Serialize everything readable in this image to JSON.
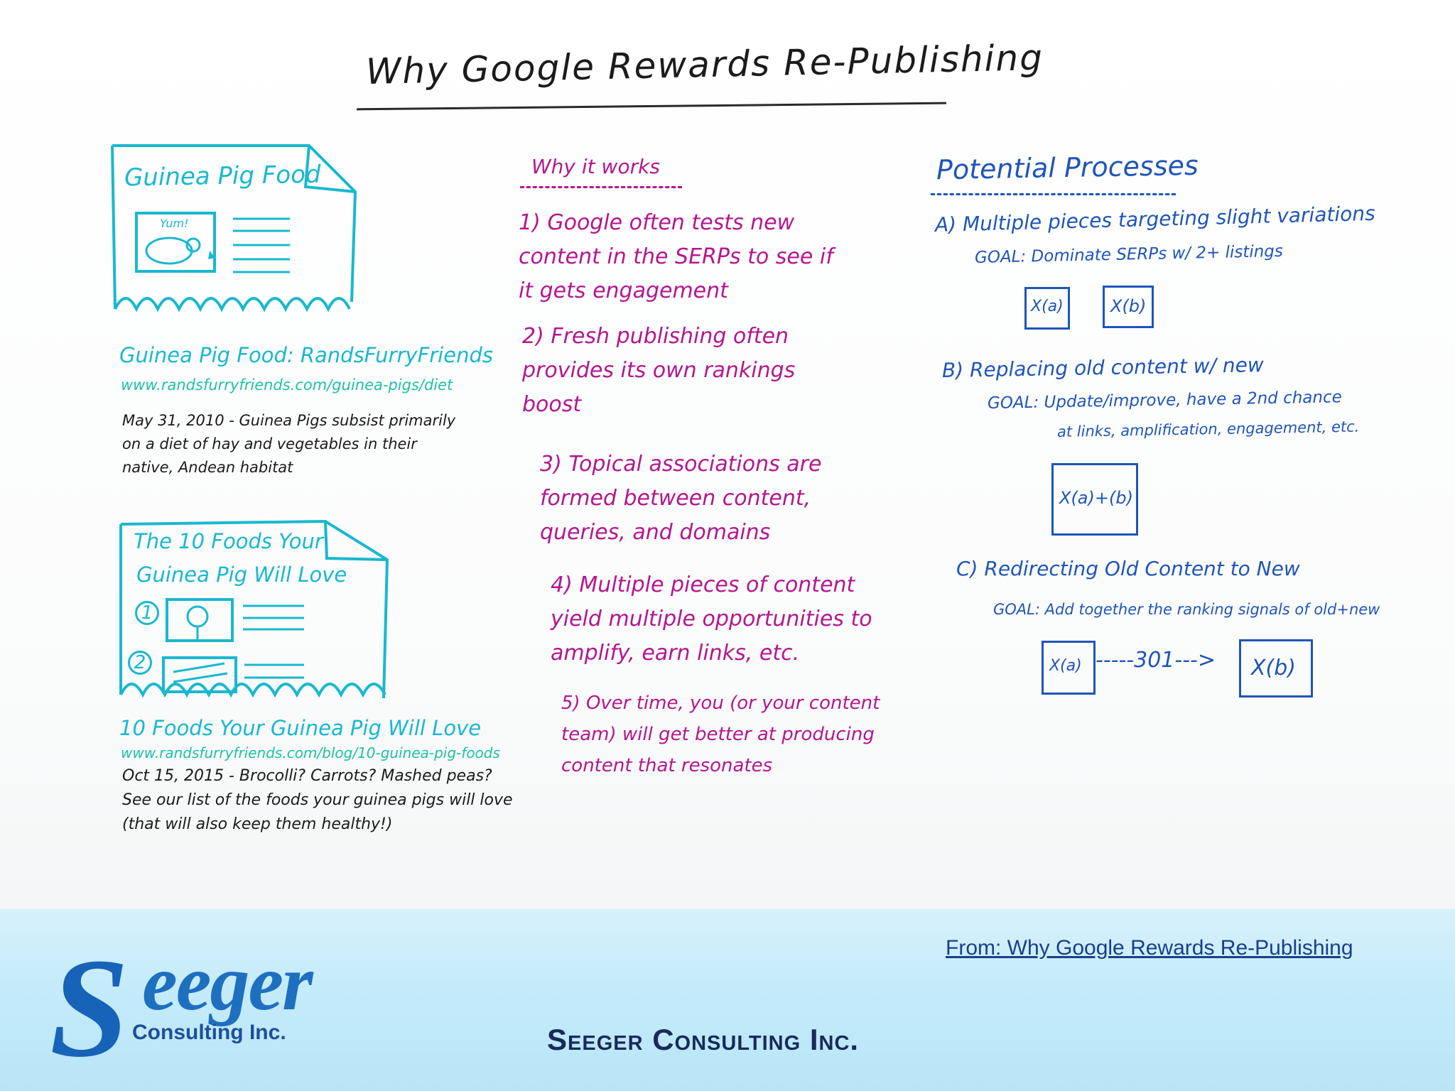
{
  "board": {
    "title": "Why Google Rewards Re-Publishing",
    "left": {
      "card1": {
        "title": "Guinea Pig Food",
        "bubble": "Yum!"
      },
      "result1": {
        "headline": "Guinea Pig Food: RandsFurryFriends",
        "url": "www.randsfurryfriends.com/guinea-pigs/diet",
        "snippet": "May 31, 2010 - Guinea Pigs subsist primarily on a diet of hay and vegetables in their native, Andean habitat"
      },
      "card2": {
        "title_line1": "The 10 Foods Your",
        "title_line2": "Guinea Pig Will Love",
        "num1": "1",
        "num2": "2"
      },
      "result2": {
        "headline": "10 Foods Your Guinea Pig Will Love",
        "url": "www.randsfurryfriends.com/blog/10-guinea-pig-foods",
        "snippet": "Oct 15, 2015 - Brocolli? Carrots? Mashed peas? See our list of the foods your guinea pigs will love (that will also keep them healthy!)"
      }
    },
    "middle": {
      "heading": "Why it works",
      "items": [
        {
          "num": "1)",
          "text": "Google often tests new content in the SERPs to see if it gets engagement"
        },
        {
          "num": "2)",
          "text": "Fresh publishing often provides its own rankings boost"
        },
        {
          "num": "3)",
          "text": "Topical associations are formed between content, queries, and domains"
        },
        {
          "num": "4)",
          "text": "Multiple pieces of content yield multiple opportunities to amplify, earn links, etc."
        },
        {
          "num": "5)",
          "text": "Over time, you (or your content team) will get better at producing content that resonates"
        }
      ]
    },
    "right": {
      "heading": "Potential Processes",
      "a": {
        "label": "A) Multiple pieces targeting slight variations",
        "goal": "GOAL: Dominate SERPs w/ 2+ listings",
        "doc1": "X(a)",
        "doc2": "X(b)"
      },
      "b": {
        "label": "B) Replacing old content w/ new",
        "goal_line1": "GOAL: Update/improve, have a 2nd chance",
        "goal_line2": "at links, amplification, engagement, etc.",
        "doc": "X(a)+(b)"
      },
      "c": {
        "label": "C) Redirecting Old Content to New",
        "goal": "GOAL: Add together the ranking signals of old+new",
        "doc1": "X(a)",
        "arrow": "-----301--->",
        "doc2": "X(b)"
      }
    }
  },
  "footer": {
    "source_link": "From: Why Google Rewards Re-Publishing",
    "company": "Seeger Consulting Inc.",
    "logo_word": "eeger",
    "logo_initial": "S",
    "logo_sub": "Consulting Inc."
  },
  "colors": {
    "teal": "#19b8cf",
    "magenta": "#b4178f",
    "blue": "#1f55b8",
    "footer_bg": "#c4ebfa"
  }
}
